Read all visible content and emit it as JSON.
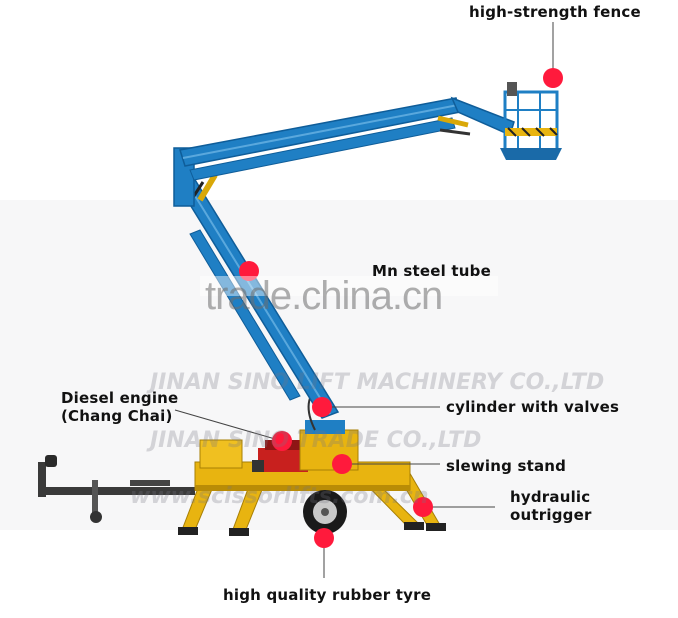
{
  "labels": {
    "fence": "high-strength fence",
    "steel_tube": "Mn steel tube",
    "diesel_line1": "Diesel engine",
    "diesel_line2": "(Chang Chai)",
    "cylinder": "cylinder with valves",
    "slewing": "slewing stand",
    "outrigger_line1": "hydraulic",
    "outrigger_line2": "outrigger",
    "tyre": "high quality rubber tyre"
  },
  "watermarks": {
    "tradechina": "trade.china.cn",
    "company1": "JINAN SINO LIFT MACHINERY CO.,LTD",
    "company2": "JINAN SINO TRADE CO.,LTD",
    "website": "www.scissorlifts.com.cn"
  },
  "colors": {
    "boom_blue": "#1f7fc4",
    "boom_blue_dark": "#0f5d99",
    "chassis_yellow": "#e8b410",
    "marker_red": "#ff1a3c",
    "engine_red": "#c8201e",
    "leader_line": "#444444"
  }
}
